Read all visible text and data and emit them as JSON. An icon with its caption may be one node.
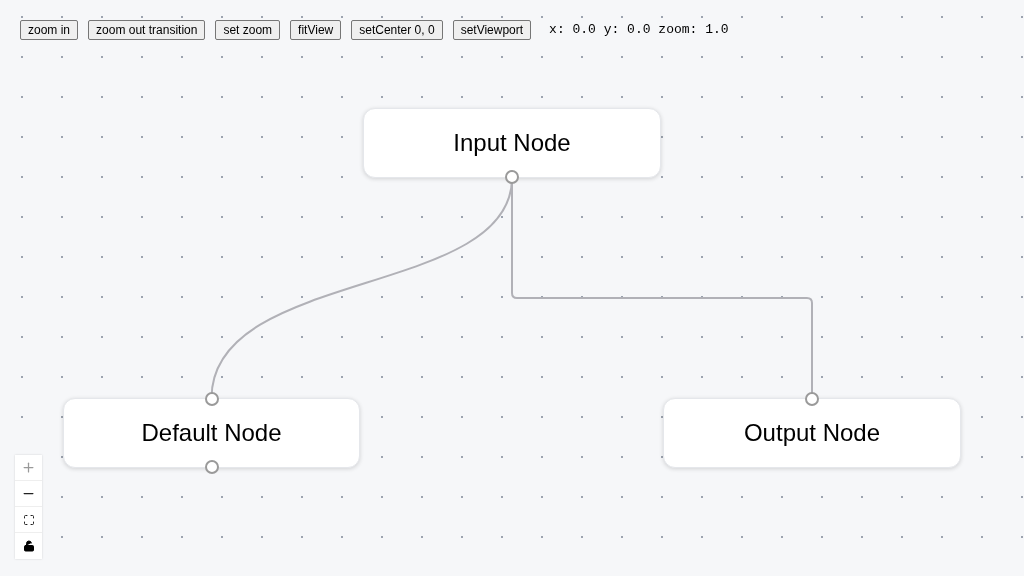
{
  "diagram": {
    "nodes": [
      {
        "text": [
          "Input Node"
        ]
      },
      {
        "text": [
          "Default Node"
        ]
      },
      {
        "text": [
          "Output Node"
        ]
      }
    ],
    "edges": [
      {
        "from": 0,
        "to": 1,
        "arrow": "none"
      },
      {
        "from": 0,
        "to": 2,
        "arrow": "none"
      }
    ],
    "labels": [
      "zoom in",
      "zoom out transition",
      "set zoom",
      "fitView",
      "setCenter 0, 0",
      "setViewport",
      "x: 0.0 y: 0.0 zoom: 1.0"
    ]
  }
}
